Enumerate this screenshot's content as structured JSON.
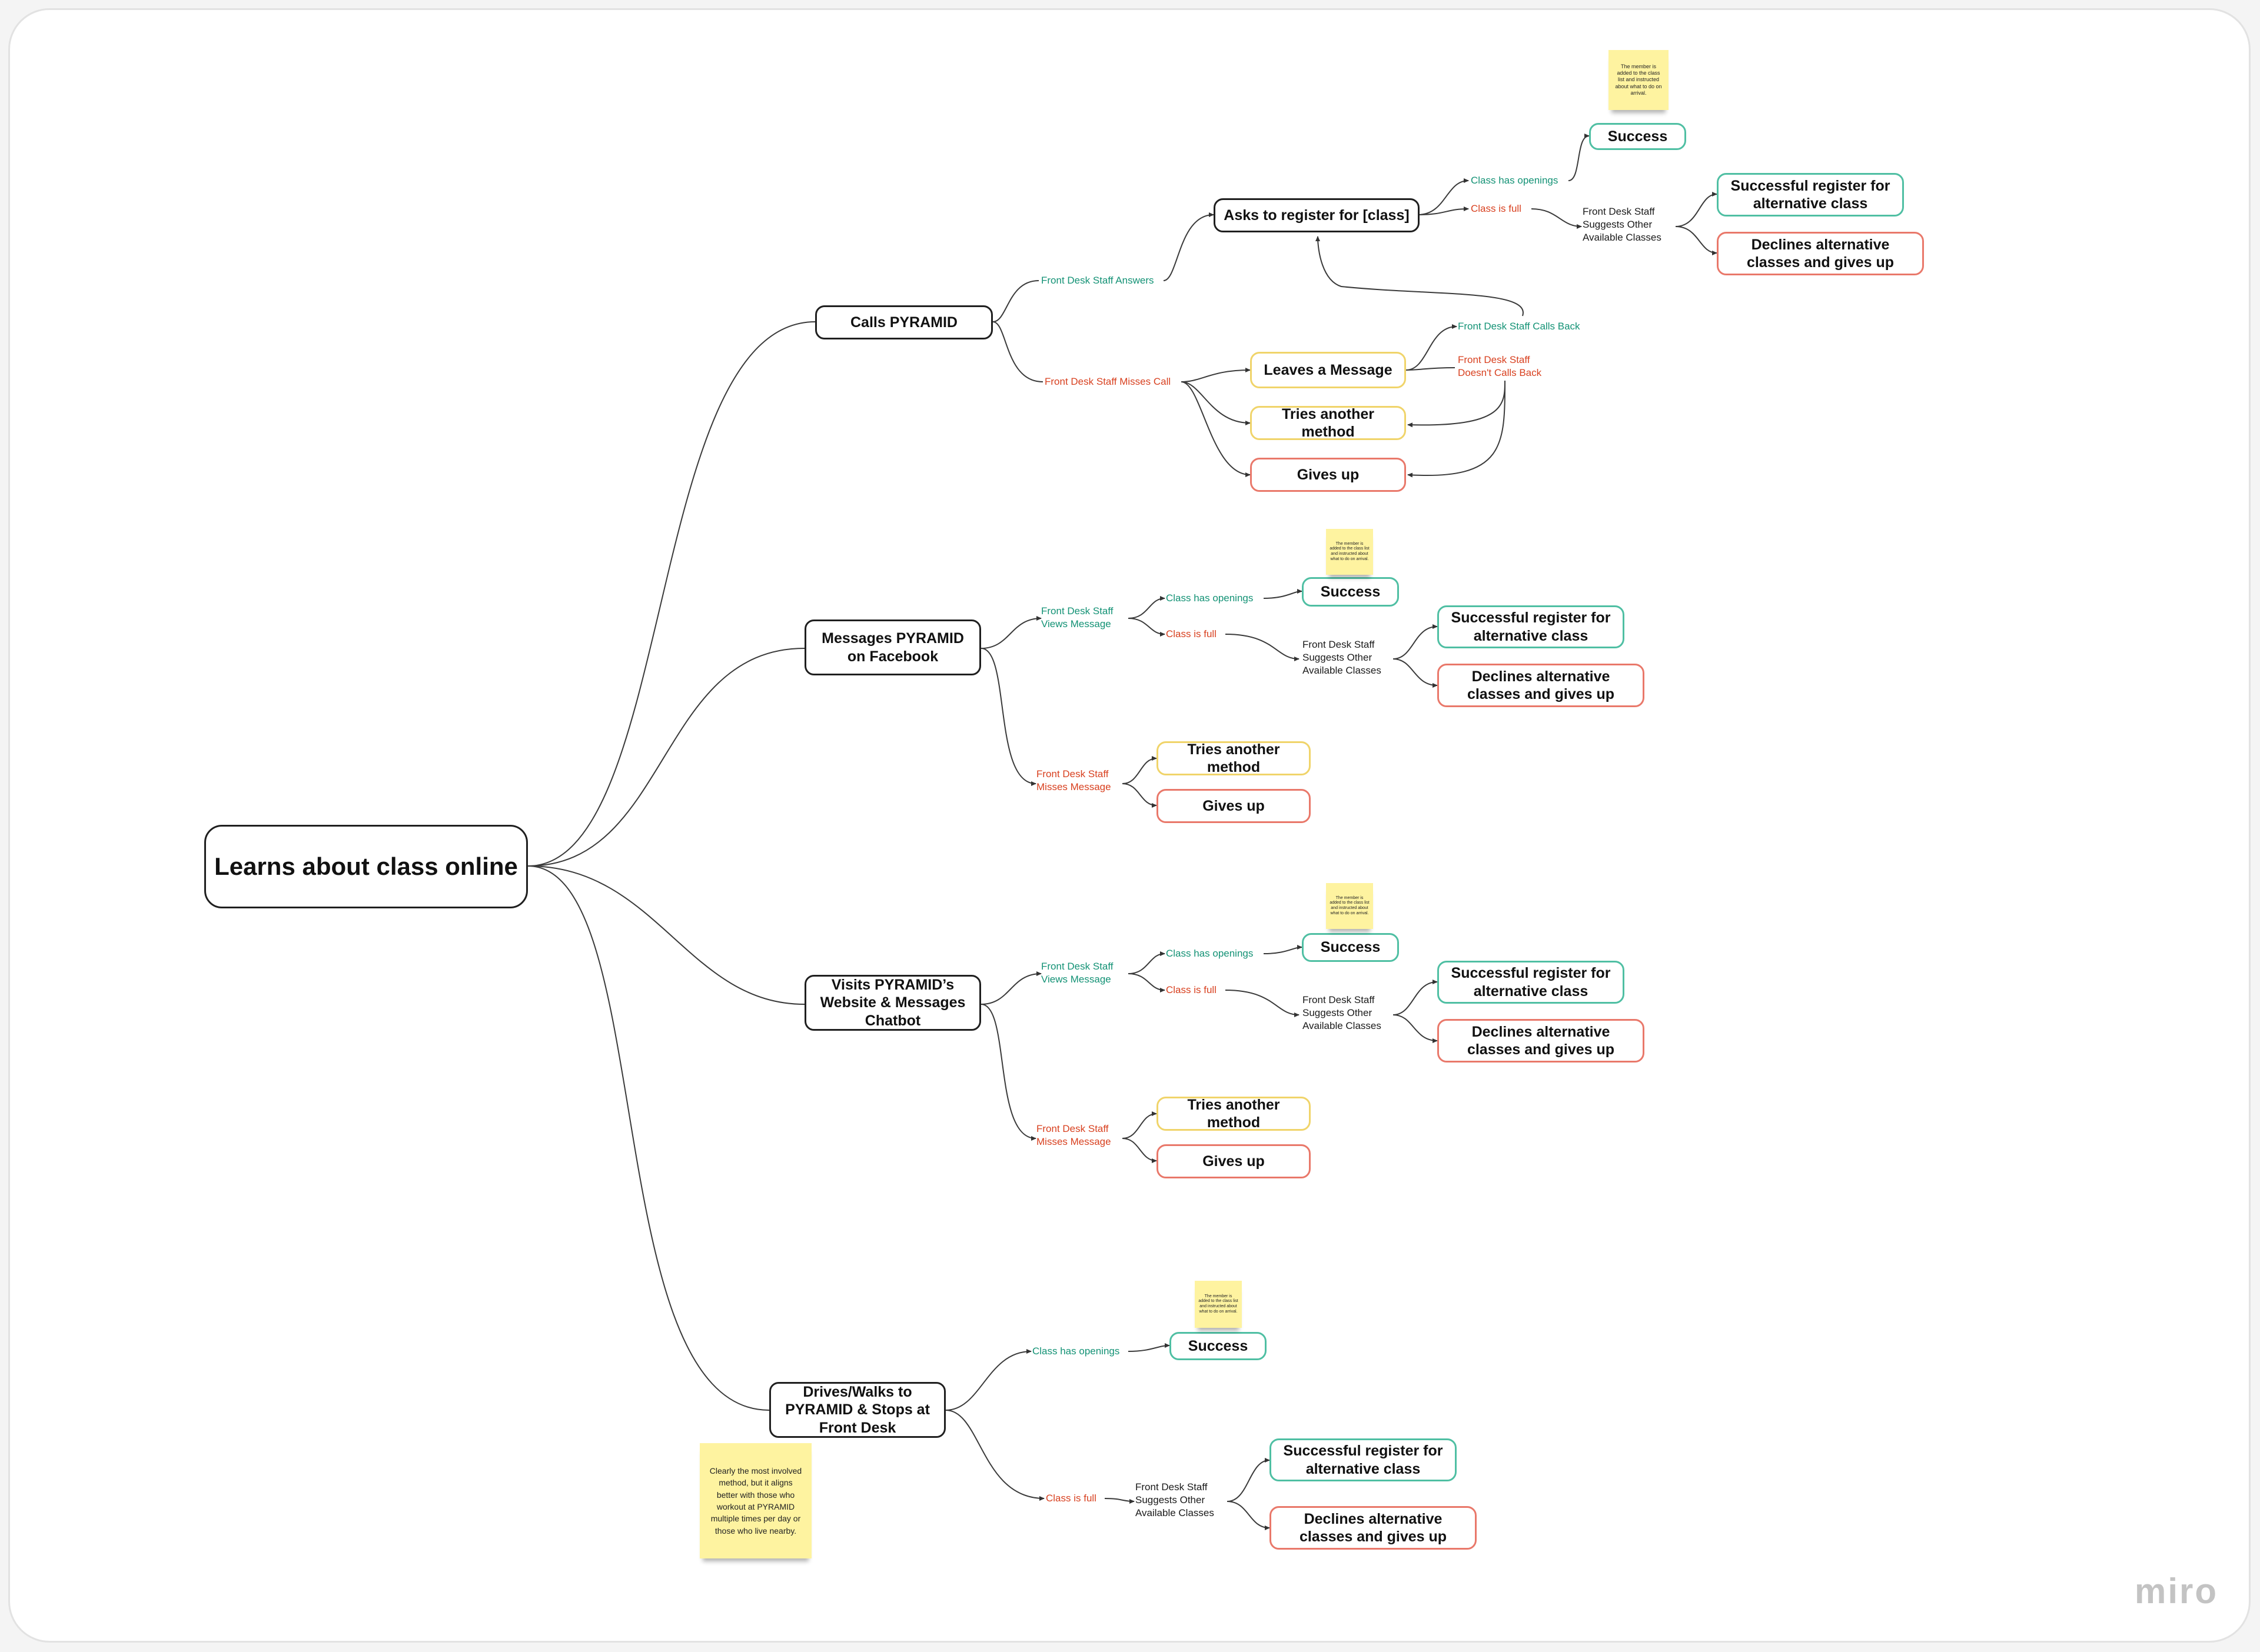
{
  "app": {
    "brand": "miro"
  },
  "nodes": {
    "root": "Learns about class online",
    "calls": "Calls PYRAMID",
    "messages_fb": "Messages PYRAMID on Facebook",
    "website": "Visits PYRAMID’s Website & Messages Chatbot",
    "drives": "Drives/Walks to PYRAMID & Stops at Front Desk",
    "asks_register": "Asks to register for [class]",
    "success": "Success",
    "successful_register": "Successful register for alternative class",
    "declines": "Declines alternative classes and gives up",
    "leaves_message": "Leaves a Message",
    "tries_another": "Tries another method",
    "gives_up": "Gives up"
  },
  "labels": {
    "fd_answers": "Front Desk Staff Answers",
    "fd_misses_call": "Front Desk Staff Misses Call",
    "class_has_openings": "Class has openings",
    "class_is_full": "Class is full",
    "fd_suggests": "Front Desk Staff Suggests Other Available Classes",
    "fd_calls_back": "Front Desk Staff Calls Back",
    "fd_doesnt_call_back": "Front Desk Staff Doesn't Calls Back",
    "fd_views_message": "Front Desk Staff Views Message",
    "fd_misses_message": "Front Desk Staff Misses Message"
  },
  "stickies": {
    "member_added": "The member is added to the class list and instructed about what to do on arrival.",
    "drives_note": "Clearly the most involved method, but it aligns better with those who workout at PYRAMID multiple times per day or those who live nearby."
  },
  "colors": {
    "positive": "#139275",
    "negative": "#d8401f",
    "success_border": "#4fbfa3",
    "fail_border": "#e9786a",
    "neutral_border": "#f0d46a",
    "sticky": "#fef3a0"
  }
}
